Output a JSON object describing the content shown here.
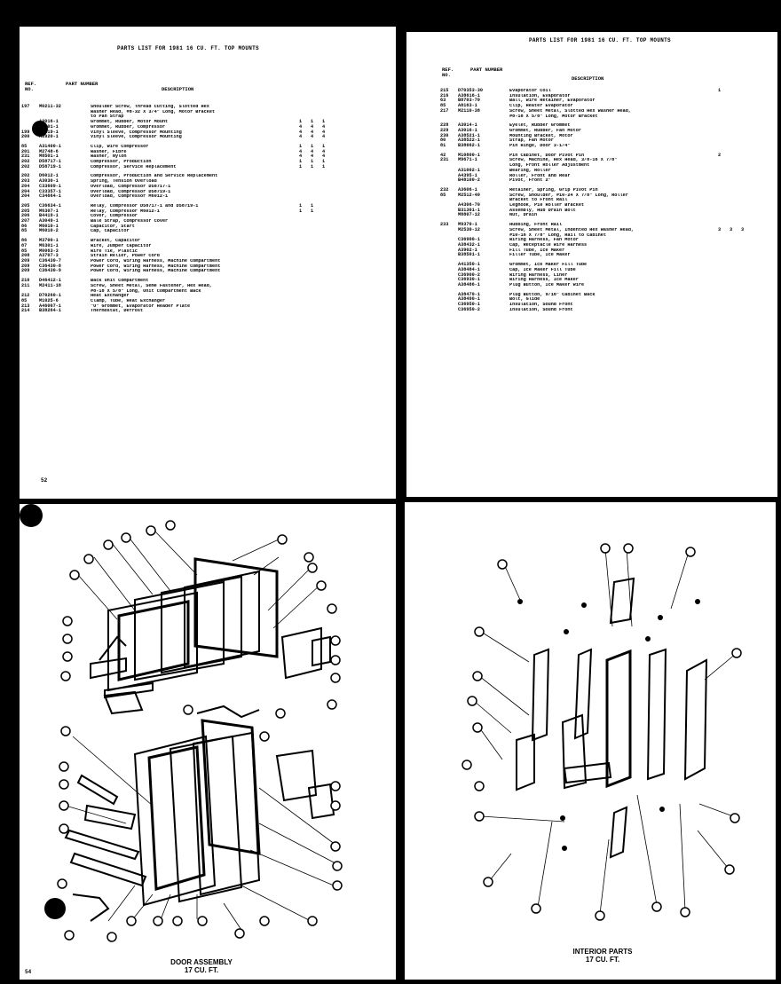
{
  "top_left": {
    "title": "PARTS LIST FOR 1981 16 CU. FT. TOP MOUNTS",
    "headers": {
      "ref": "REF. NO.",
      "part": "PART NUMBER",
      "desc": "DESCRIPTION"
    },
    "rows": [
      {
        "ref": "197",
        "part": "M0211-32",
        "desc": "Shoulder Screw, Thread Cutting, Slotted Hex",
        "q": [
          "",
          "",
          ""
        ]
      },
      {
        "ref": "",
        "part": "",
        "desc": "Washer Head, #8-32 X 3/4\" Long, Motor Bracket",
        "q": [
          "",
          "",
          ""
        ]
      },
      {
        "ref": "",
        "part": "",
        "desc": "to Pan Strap",
        "q": [
          "",
          "",
          ""
        ]
      },
      {
        "ref": "",
        "part": "A3016-1",
        "desc": "Grommet, Rubber, Motor Mount",
        "q": [
          "1",
          "1",
          "1"
        ]
      },
      {
        "ref": "",
        "part": "A3501-1",
        "desc": "Grommet, Rubber, Compressor",
        "q": [
          "4",
          "4",
          "4"
        ]
      },
      {
        "ref": "199",
        "part": "A3919-1",
        "desc": "Vinyl Sleeve, Compressor Mounting",
        "q": [
          "4",
          "4",
          "4"
        ]
      },
      {
        "ref": "200",
        "part": "A3920-1",
        "desc": "Vinyl Sleeve, Compressor Mounting",
        "q": [
          "4",
          "4",
          "4"
        ]
      },
      {
        "gap": true
      },
      {
        "ref": "85",
        "part": "A31400-1",
        "desc": "Clip, Wire Compressor",
        "q": [
          "1",
          "1",
          "1"
        ]
      },
      {
        "ref": "201",
        "part": "M2748-6",
        "desc": "Washer, Fibre",
        "q": [
          "4",
          "4",
          "4"
        ]
      },
      {
        "ref": "231",
        "part": "M8501-1",
        "desc": "Washer, Nylon",
        "q": [
          "4",
          "4",
          "4"
        ]
      },
      {
        "ref": "202",
        "part": "D58717-1",
        "desc": "Compressor, Production",
        "q": [
          "1",
          "1",
          "1"
        ]
      },
      {
        "ref": "202",
        "part": "D58719-1",
        "desc": "Compressor, Service Replacement",
        "q": [
          "1",
          "1",
          "1"
        ]
      },
      {
        "gap": true
      },
      {
        "ref": "202",
        "part": "D6012-1",
        "desc": "Compressor, Production and Service Replacement",
        "q": [
          "",
          "",
          ""
        ]
      },
      {
        "ref": "203",
        "part": "A3030-1",
        "desc": "Spring, Tension Overload",
        "q": [
          "",
          "",
          ""
        ]
      },
      {
        "ref": "204",
        "part": "C33609-1",
        "desc": "Overload, Compressor D58717-1",
        "q": [
          "",
          "",
          ""
        ]
      },
      {
        "ref": "204",
        "part": "C33357-1",
        "desc": "Overload, Compressor D58719-1",
        "q": [
          "",
          "",
          ""
        ]
      },
      {
        "ref": "204",
        "part": "C34664-1",
        "desc": "Overload, Compressor M6012-1",
        "q": [
          "",
          "",
          ""
        ]
      },
      {
        "gap": true
      },
      {
        "ref": "205",
        "part": "C36634-1",
        "desc": "Relay, Compressor D58717-1 and D58719-1",
        "q": [
          "1",
          "1",
          ""
        ]
      },
      {
        "ref": "205",
        "part": "M6307-1",
        "desc": "Relay, Compressor M6012-1",
        "q": [
          "1",
          "1",
          ""
        ]
      },
      {
        "ref": "206",
        "part": "B4419-1",
        "desc": "Cover, Compressor",
        "q": [
          "",
          "",
          ""
        ]
      },
      {
        "ref": "207",
        "part": "A3049-1",
        "desc": "Bale Strap, Compressor Cover",
        "q": [
          "",
          "",
          ""
        ]
      },
      {
        "ref": "86",
        "part": "M6010-1",
        "desc": "Capacitor, Start",
        "q": [
          "",
          "",
          ""
        ]
      },
      {
        "ref": "85",
        "part": "M6010-2",
        "desc": "Cap, Capacitor",
        "q": [
          "",
          "",
          ""
        ]
      },
      {
        "gap": true
      },
      {
        "ref": "86",
        "part": "M3700-1",
        "desc": "Bracket, Capacitor",
        "q": [
          "",
          "",
          ""
        ]
      },
      {
        "ref": "87",
        "part": "M6301-1",
        "desc": "Wire, Jumper Capacitor",
        "q": [
          "",
          "",
          ""
        ]
      },
      {
        "ref": "85",
        "part": "M0063-3",
        "desc": "Wire Tie, Plastic",
        "q": [
          "",
          "",
          ""
        ]
      },
      {
        "ref": "208",
        "part": "A3707-3",
        "desc": "Strain Relief, Power Cord",
        "q": [
          "",
          "",
          ""
        ]
      },
      {
        "ref": "209",
        "part": "C36430-7",
        "desc": "Power Cord, Wiring Harness, Machine Compartment",
        "q": [
          "",
          "",
          ""
        ]
      },
      {
        "ref": "209",
        "part": "C36430-8",
        "desc": "Power Cord, Wiring Harness, Machine Compartment",
        "q": [
          "",
          "",
          ""
        ]
      },
      {
        "ref": "209",
        "part": "C36430-9",
        "desc": "Power Cord, Wiring Harness, Machine Compartment",
        "q": [
          "",
          "",
          ""
        ]
      },
      {
        "gap": true
      },
      {
        "ref": "210",
        "part": "D46412-1",
        "desc": "Back Unit Compartment",
        "q": [
          "",
          "",
          ""
        ]
      },
      {
        "ref": "211",
        "part": "M2411-18",
        "desc": "Screw, Sheet Metal, Seme Fastener, Hex Head,",
        "q": [
          "",
          "",
          ""
        ]
      },
      {
        "ref": "",
        "part": "",
        "desc": "#8-18 X 5/8\" Long, Unit Compartment Back",
        "q": [
          "",
          "",
          ""
        ]
      },
      {
        "ref": "212",
        "part": "D70260-1",
        "desc": "Heat Exchanger",
        "q": [
          "",
          "",
          ""
        ]
      },
      {
        "ref": "85",
        "part": "M1025-6",
        "desc": "Clamp, Tube, Heat Exchanger",
        "q": [
          "",
          "",
          ""
        ]
      },
      {
        "ref": "213",
        "part": "A46007-1",
        "desc": "\"U\" Grommet, Evaporator Header Plate",
        "q": [
          "",
          "",
          ""
        ]
      },
      {
        "ref": "214",
        "part": "B38264-1",
        "desc": "Thermostat, Defrost",
        "q": [
          "",
          "",
          ""
        ]
      }
    ],
    "page_number": "52"
  },
  "top_right": {
    "title": "PARTS LIST FOR 1981 16 CU. FT. TOP MOUNTS",
    "headers": {
      "ref": "REF. NO.",
      "part": "PART NUMBER",
      "desc": "DESCRIPTION"
    },
    "rows": [
      {
        "ref": "215",
        "part": "D70353-30",
        "desc": "Evaporator Coil",
        "q": [
          "1",
          "",
          ""
        ]
      },
      {
        "ref": "216",
        "part": "A38616-1",
        "desc": "Insulation, Evaporator",
        "q": [
          "",
          "",
          ""
        ]
      },
      {
        "ref": "63",
        "part": "B8703-70",
        "desc": "Ball, Wire Retainer, Evaporator",
        "q": [
          "",
          "",
          ""
        ]
      },
      {
        "ref": "85",
        "part": "A8163-1",
        "desc": "Clip, Heater Evaporator",
        "q": [
          "",
          "",
          ""
        ]
      },
      {
        "ref": "217",
        "part": "M2110-38",
        "desc": "Screw, Sheet Metal, Slotted Hex Washer Head,",
        "q": [
          "",
          "",
          ""
        ]
      },
      {
        "ref": "",
        "part": "",
        "desc": "#8-18 X 5/8\" Long, Motor Bracket",
        "q": [
          "",
          "",
          ""
        ]
      },
      {
        "gap": true
      },
      {
        "ref": "228",
        "part": "A3014-1",
        "desc": "Eyelet, Rubber Grommet",
        "q": [
          "",
          "",
          ""
        ]
      },
      {
        "ref": "229",
        "part": "A3016-1",
        "desc": "Grommet, Rubber, Fan Motor",
        "q": [
          "",
          "",
          ""
        ]
      },
      {
        "ref": "230",
        "part": "A38521-1",
        "desc": "Mounting Bracket, Motor",
        "q": [
          "",
          "",
          ""
        ]
      },
      {
        "ref": "80",
        "part": "A38522-1",
        "desc": "Strap, Fan Motor",
        "q": [
          "",
          "",
          ""
        ]
      },
      {
        "ref": "81",
        "part": "B38662-1",
        "desc": "Pin Hinge, Door 3-1/4\"",
        "q": [
          "",
          "",
          ""
        ]
      },
      {
        "gap": true
      },
      {
        "ref": "42",
        "part": "M10800-1",
        "desc": "Pin Cabinet, Door Pivot Pin",
        "q": [
          "2",
          "",
          ""
        ]
      },
      {
        "ref": "231",
        "part": "M9671-1",
        "desc": "Screw, Machine, Hex Head, 3/8-16 X 7/8\"",
        "q": [
          "",
          "",
          ""
        ]
      },
      {
        "ref": "",
        "part": "",
        "desc": "Long, Front Roller Adjustment",
        "q": [
          "",
          "",
          ""
        ]
      },
      {
        "ref": "",
        "part": "A31002-1",
        "desc": "Bearing, Roller",
        "q": [
          "",
          "",
          ""
        ]
      },
      {
        "ref": "",
        "part": "A4395-1",
        "desc": "Roller, Front and Rear",
        "q": [
          "",
          "",
          ""
        ]
      },
      {
        "ref": "",
        "part": "B48100-2",
        "desc": "Pivot, Front 2\"",
        "q": [
          "",
          "",
          ""
        ]
      },
      {
        "gap": true
      },
      {
        "ref": "232",
        "part": "A3606-1",
        "desc": "Retainer, Spring, Grip Pivot Pin",
        "q": [
          "",
          "",
          ""
        ]
      },
      {
        "ref": "85",
        "part": "M2512-40",
        "desc": "Screw, Shoulder, #10-24 X 7/8\" Long, Roller",
        "q": [
          "",
          "",
          ""
        ]
      },
      {
        "ref": "",
        "part": "",
        "desc": "Bracket to Front Rail",
        "q": [
          "",
          "",
          ""
        ]
      },
      {
        "ref": "",
        "part": "A4306-70",
        "desc": "Leghook, P10 Roller Bracket",
        "q": [
          "",
          "",
          ""
        ]
      },
      {
        "ref": "",
        "part": "B31301-1",
        "desc": "Assembly, Hub Drain Bolt",
        "q": [
          "",
          "",
          ""
        ]
      },
      {
        "ref": "",
        "part": "M8807-12",
        "desc": "Nut, Drain",
        "q": [
          "",
          "",
          ""
        ]
      },
      {
        "gap": true
      },
      {
        "ref": "233",
        "part": "M9370-1",
        "desc": "Hubbing, Front Rail",
        "q": [
          "",
          "",
          ""
        ]
      },
      {
        "ref": "",
        "part": "M2530-12",
        "desc": "Screw, Sheet Metal, Indented Hex Washer Head,",
        "q": [
          "3",
          "3",
          "3"
        ]
      },
      {
        "ref": "",
        "part": "",
        "desc": "#10-16 X 7/8\" Long, Rail to Cabinet",
        "q": [
          "",
          "",
          ""
        ]
      },
      {
        "ref": "",
        "part": "C36900-1",
        "desc": "Wiring Harness, Fan Motor",
        "q": [
          "",
          "",
          ""
        ]
      },
      {
        "ref": "",
        "part": "A38432-1",
        "desc": "Cap, Receptacle Wire Harness",
        "q": [
          "",
          "",
          ""
        ]
      },
      {
        "ref": "",
        "part": "A3902-1",
        "desc": "Fill Tube, Ice Maker",
        "q": [
          "",
          "",
          ""
        ]
      },
      {
        "ref": "",
        "part": "B38501-1",
        "desc": "Filler Tube, Ice Maker",
        "q": [
          "",
          "",
          ""
        ]
      },
      {
        "gap": true
      },
      {
        "ref": "",
        "part": "A41350-1",
        "desc": "Grommet, Ice Maker Fill Tube",
        "q": [
          "",
          "",
          ""
        ]
      },
      {
        "ref": "",
        "part": "A38484-1",
        "desc": "Cap, Ice Maker Fill Tube",
        "q": [
          "",
          "",
          ""
        ]
      },
      {
        "ref": "",
        "part": "C36900-2",
        "desc": "Wiring Harness, Liner",
        "q": [
          "",
          "",
          ""
        ]
      },
      {
        "ref": "",
        "part": "C36930-1",
        "desc": "Wiring Harness, Ice Maker",
        "q": [
          "",
          "",
          ""
        ]
      },
      {
        "ref": "",
        "part": "A38486-1",
        "desc": "Plug Button, Ice Maker Wire",
        "q": [
          "",
          "",
          ""
        ]
      },
      {
        "gap": true
      },
      {
        "ref": "",
        "part": "A38470-1",
        "desc": "Plug Button, 9/16\" Cabinet Back",
        "q": [
          "",
          "",
          ""
        ]
      },
      {
        "ref": "",
        "part": "A38490-1",
        "desc": "Bolt, Glide",
        "q": [
          "",
          "",
          ""
        ]
      },
      {
        "ref": "",
        "part": "C36950-1",
        "desc": "Insulation, Sound Front",
        "q": [
          "",
          "",
          ""
        ]
      },
      {
        "ref": "",
        "part": "C36950-2",
        "desc": "Insulation, Sound Front",
        "q": [
          "",
          "",
          ""
        ]
      }
    ]
  },
  "bottom_left": {
    "caption_line1": "DOOR ASSEMBLY",
    "caption_line2": "17 CU. FT.",
    "page_number": "54"
  },
  "bottom_right": {
    "caption_line1": "INTERIOR PARTS",
    "caption_line2": "17 CU. FT."
  }
}
